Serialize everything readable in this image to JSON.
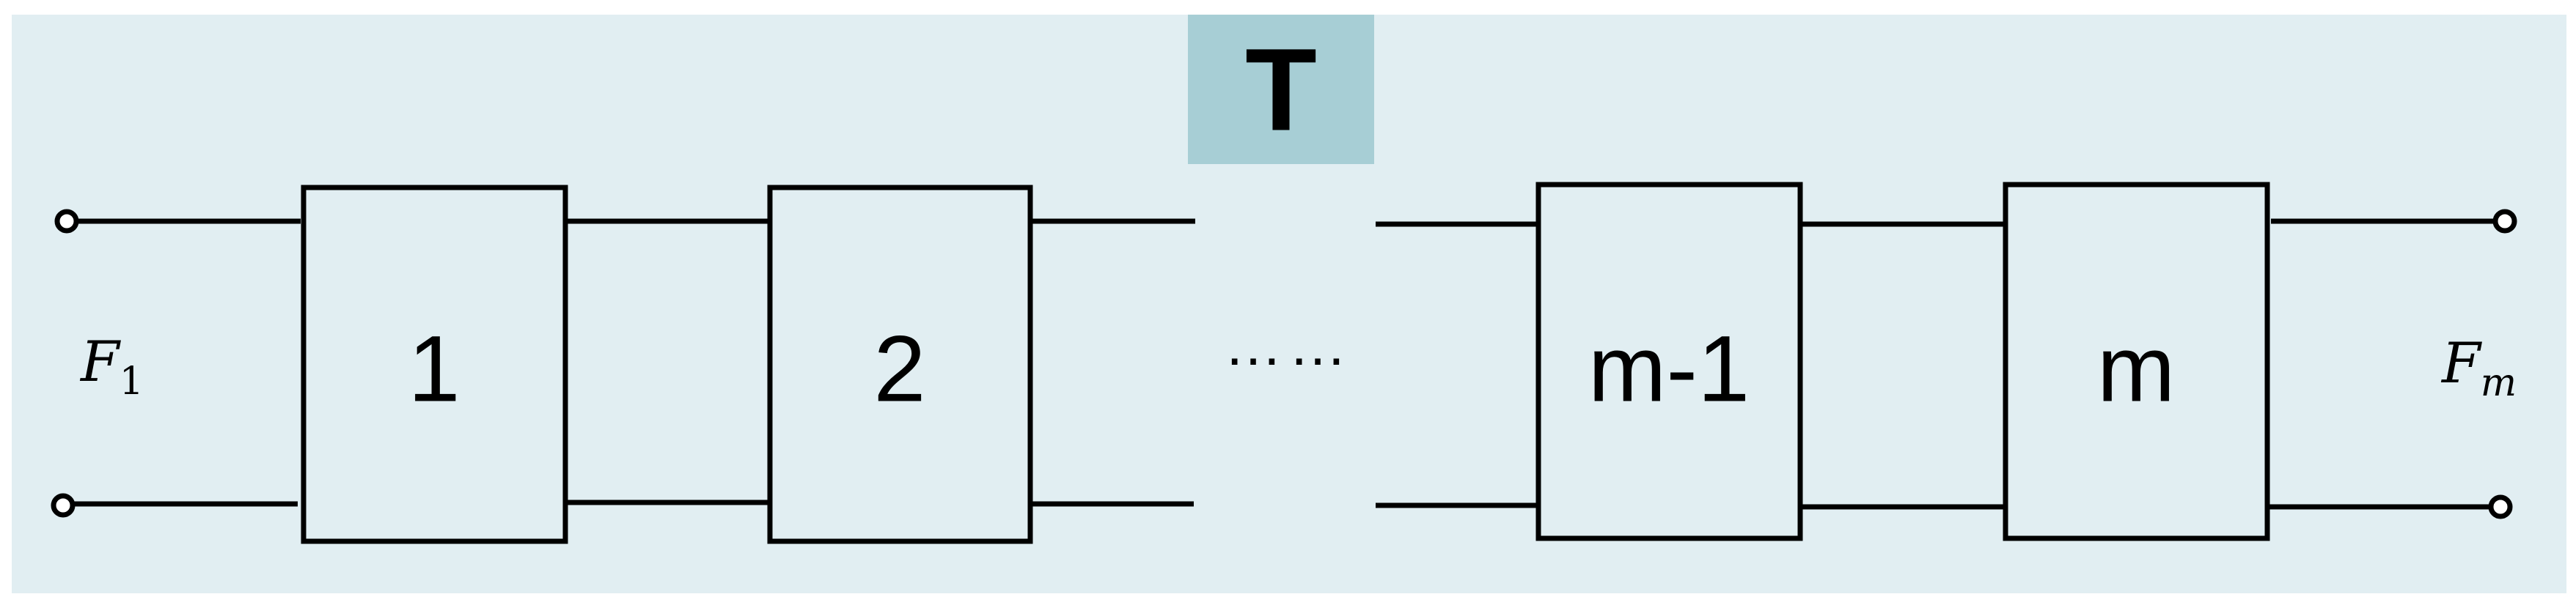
{
  "diagram": {
    "title": "T",
    "ellipsis": "……",
    "boxes": [
      "1",
      "2",
      "m-1",
      "m"
    ],
    "input_port": {
      "base": "F",
      "sub": "1"
    },
    "output_port": {
      "base": "F",
      "sub": "m"
    }
  },
  "colors": {
    "panel": "#e1eef2",
    "title_bg": "#a7ced5",
    "stroke": "#000000"
  }
}
